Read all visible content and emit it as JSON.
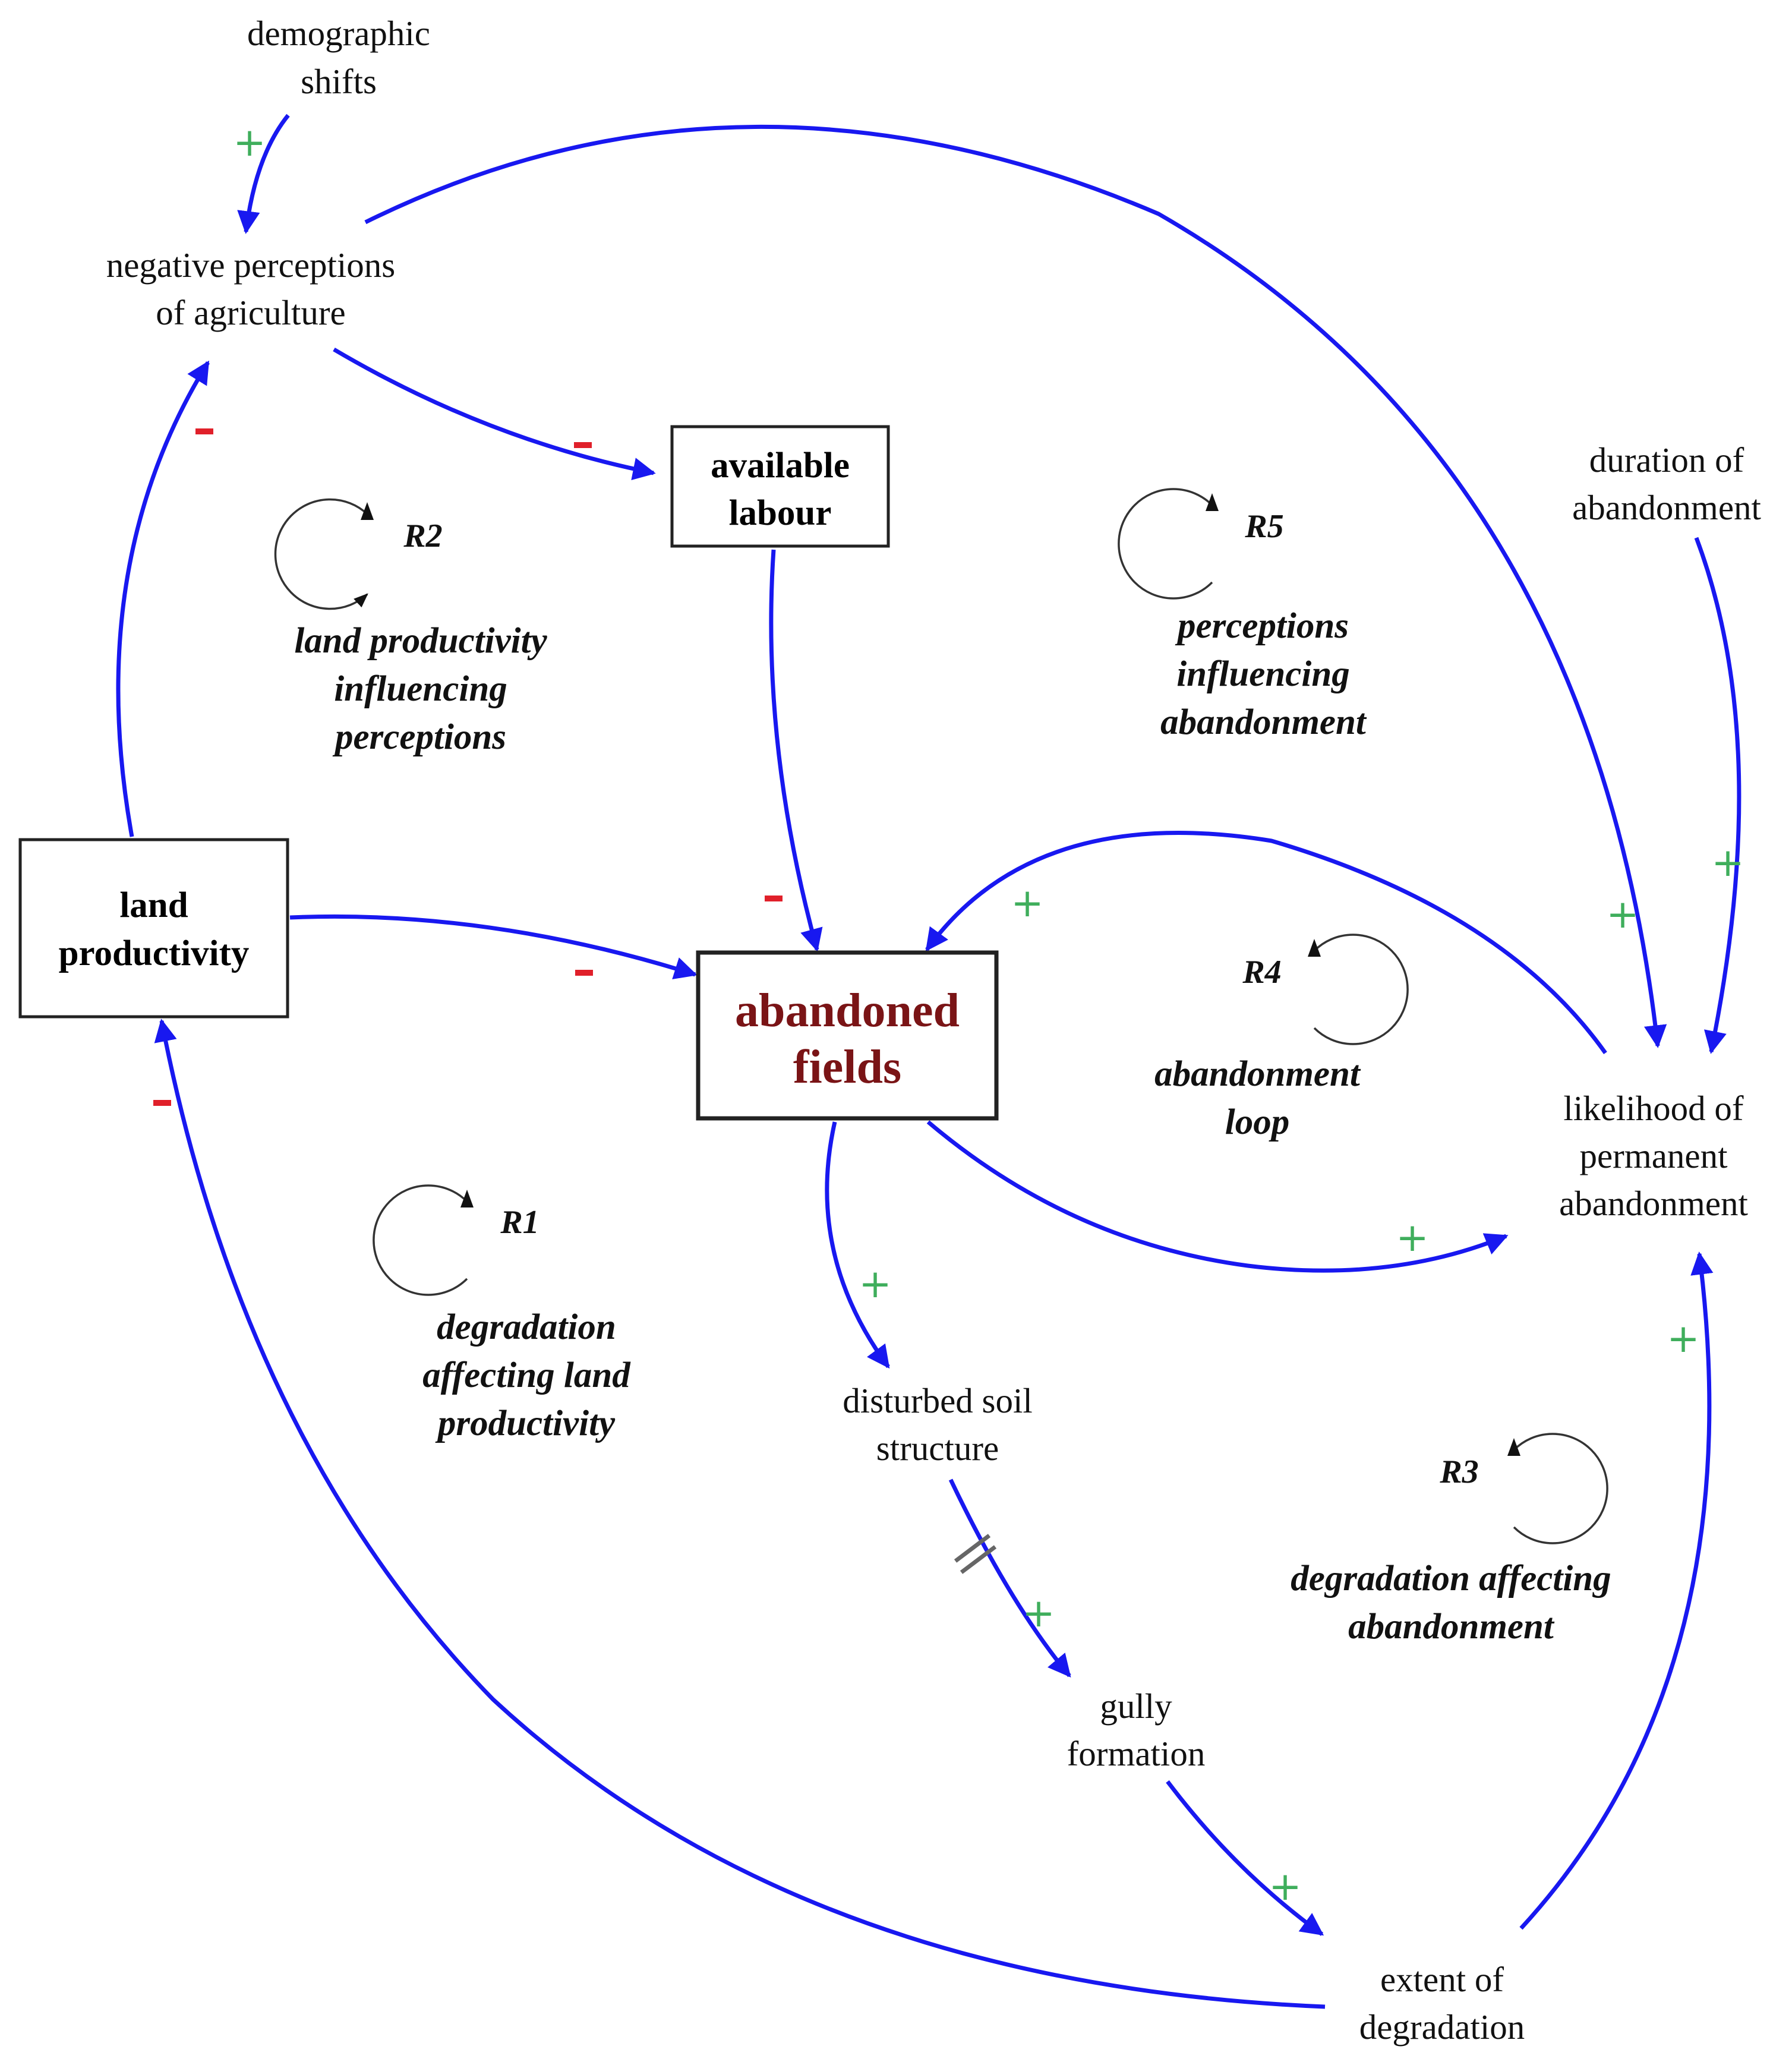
{
  "nodes": {
    "demographic_shifts": [
      "demographic",
      "shifts"
    ],
    "negative_perceptions": [
      "negative perceptions",
      "of agriculture"
    ],
    "available_labour": [
      "available",
      "labour"
    ],
    "land_productivity": [
      "land",
      "productivity"
    ],
    "abandoned_fields": [
      "abandoned",
      "fields"
    ],
    "duration_of_abandonment": [
      "duration of",
      "abandonment"
    ],
    "likelihood_permanent": [
      "likelihood of",
      "permanent",
      "abandonment"
    ],
    "disturbed_soil": [
      "disturbed soil",
      "structure"
    ],
    "gully_formation": [
      "gully",
      "formation"
    ],
    "extent_degradation": [
      "extent of",
      "degradation"
    ]
  },
  "loops": {
    "R1": {
      "id": "R1",
      "label": [
        "degradation",
        "affecting land",
        "productivity"
      ]
    },
    "R2": {
      "id": "R2",
      "label": [
        "land productivity",
        "influencing",
        "perceptions"
      ]
    },
    "R3": {
      "id": "R3",
      "label": [
        "degradation affecting",
        "abandonment"
      ]
    },
    "R4": {
      "id": "R4",
      "label": [
        "abandonment",
        "loop"
      ]
    },
    "R5": {
      "id": "R5",
      "label": [
        "perceptions",
        "influencing",
        "abandonment"
      ]
    }
  },
  "polarity": {
    "positive": "+",
    "negative": "-"
  },
  "colors": {
    "link": "#1818f0",
    "positive": "#3fae5c",
    "negative": "#e0202a",
    "main_node": "#7a1416"
  }
}
